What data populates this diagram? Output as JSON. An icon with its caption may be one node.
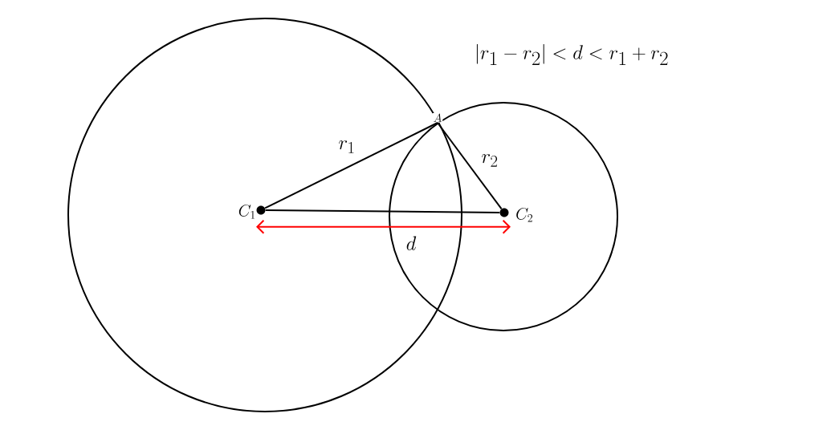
{
  "diagram": {
    "nodes": [
      {
        "text": [
          "C_1"
        ]
      },
      {
        "text": [
          "A"
        ]
      },
      {
        "text": [
          "C_2"
        ]
      }
    ],
    "edges": [
      {
        "from": 0,
        "to": 1,
        "arrow": "none",
        "label": "r_1"
      },
      {
        "from": 1,
        "to": 2,
        "arrow": "none",
        "label": "r_2"
      },
      {
        "from": 0,
        "to": 2,
        "arrow": "none"
      },
      {
        "from": 0,
        "to": 2,
        "arrow": "both",
        "label": "d",
        "color": "#ff0000"
      }
    ],
    "labels": [
      "|r_1-r_2|<d<r_1+r_2"
    ]
  }
}
